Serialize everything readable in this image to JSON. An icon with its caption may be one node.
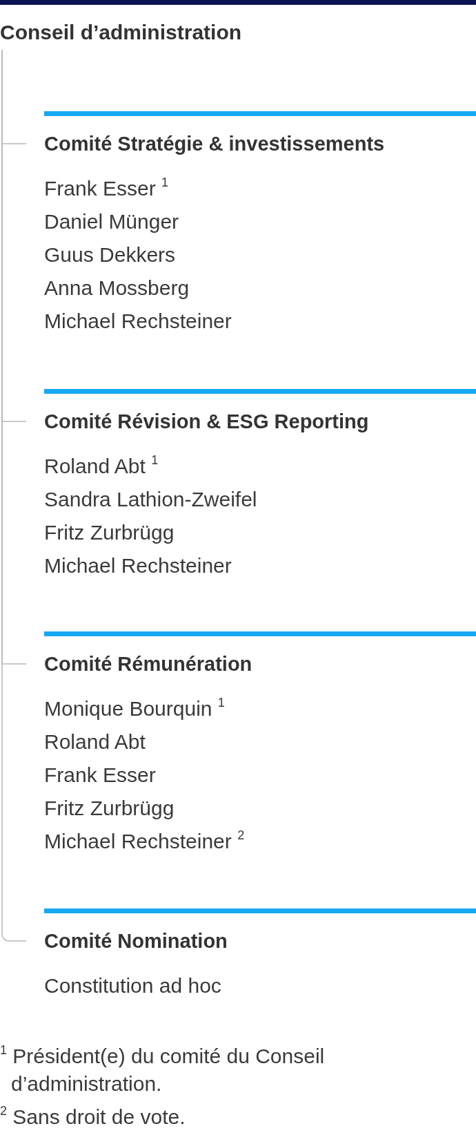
{
  "diagram": {
    "nodes": [
      {
        "text": [
          "Conseil d’administration"
        ]
      },
      {
        "text": [
          "Comité Stratégie & investissements",
          "Frank Esser $^{1}$",
          "Daniel Münger",
          "Guus Dekkers",
          "Anna Mossberg",
          "Michael Rechsteiner"
        ]
      },
      {
        "text": [
          "Comité Révision & ESG Reporting",
          "Roland Abt $^{1}$",
          "Sandra Lathion-Zweifel",
          "Fritz Zurbrügg",
          "Michael Rechsteiner"
        ]
      },
      {
        "text": [
          "Comité Rémunération",
          "Monique Bourquin $^{1}$",
          "Roland Abt",
          "Frank Esser",
          "Fritz Zurbrügg",
          "Michael Rechsteiner $^{2}$"
        ]
      },
      {
        "text": [
          "Comité Nomination",
          "Constitution ad hoc"
        ]
      }
    ],
    "edges": [
      {
        "from": 0,
        "to": 1,
        "arrow": "none"
      },
      {
        "from": 0,
        "to": 2,
        "arrow": "none"
      },
      {
        "from": 0,
        "to": 3,
        "arrow": "none"
      },
      {
        "from": 0,
        "to": 4,
        "arrow": "none"
      }
    ],
    "labels": [
      "$^{1}$ Président(e) du comité du Conseil d’administration.",
      "$^{2}$ Sans droit de vote."
    ]
  }
}
